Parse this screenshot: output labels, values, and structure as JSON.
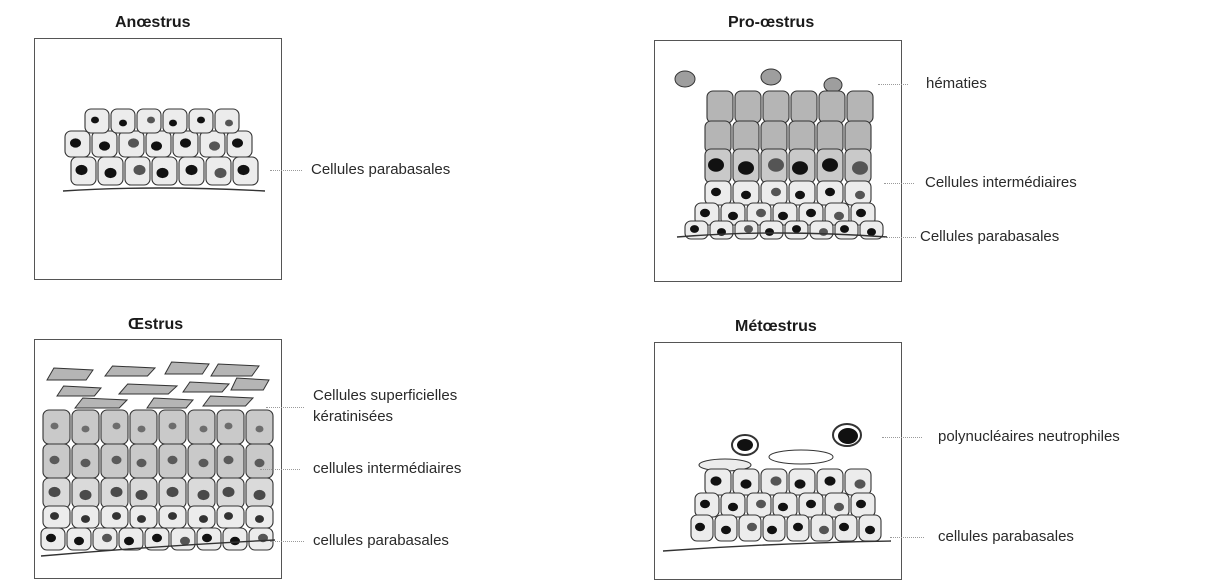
{
  "panels": {
    "anoestrus": {
      "title": "Anœstrus",
      "labels": [
        "Cellules parabasales"
      ]
    },
    "pro_oestrus": {
      "title": "Pro-œstrus",
      "labels": [
        "hématies",
        "Cellules intermédiaires",
        "Cellules parabasales"
      ]
    },
    "oestrus": {
      "title": "Œstrus",
      "labels": [
        "Cellules superficielles",
        "kératinisées",
        "cellules intermédiaires",
        "cellules parabasales"
      ]
    },
    "metoestrus": {
      "title": "Métœstrus",
      "labels": [
        "polynucléaires neutrophiles",
        "cellules parabasales"
      ]
    }
  },
  "colors": {
    "outline": "#333333",
    "cell_fill": "#ececec",
    "cell_fill_intermediate": "#c9c9c9",
    "cell_fill_superficial": "#b5b5b5",
    "nucleus": "#111111",
    "nucleus_grey": "#555555"
  }
}
